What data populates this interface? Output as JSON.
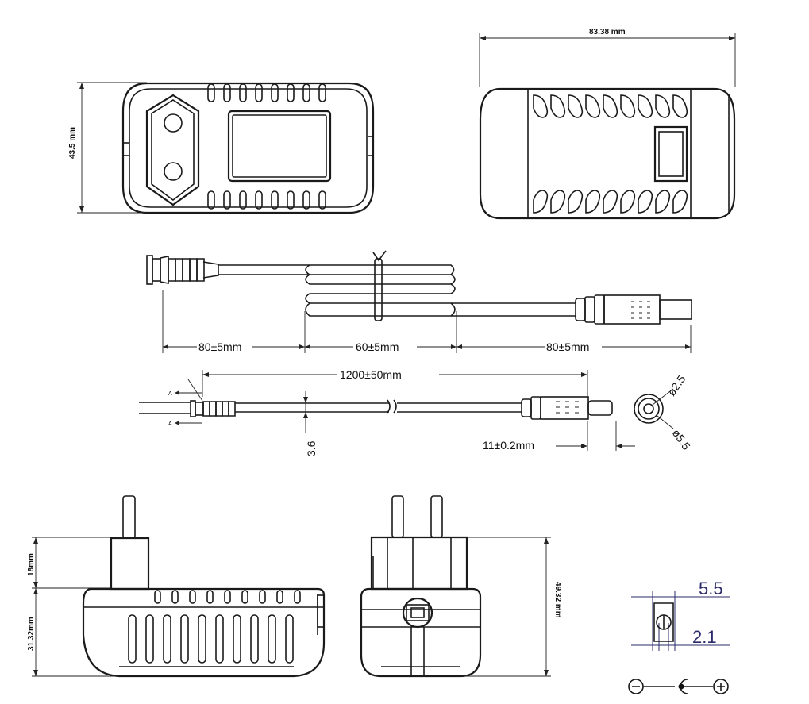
{
  "dimensions": {
    "width_top": "83.38 mm",
    "height_top": "43.5 mm",
    "seg1": "80±5mm",
    "seg2": "60±5mm",
    "seg3": "80±5mm",
    "cable_length": "1200±50mm",
    "cable_dia": "3.6",
    "plug_length": "11±0.2mm",
    "inner_dia": "ø2.5",
    "outer_dia": "ø5.5",
    "pin_height": "18mm",
    "body_height": "31.32mm",
    "total_height": "49.32 mm",
    "connector_outer": "5.5",
    "connector_inner": "2.1",
    "section_mark": "A"
  },
  "polarity": {
    "left": "minus",
    "center": "plug-center",
    "right": "plus"
  }
}
